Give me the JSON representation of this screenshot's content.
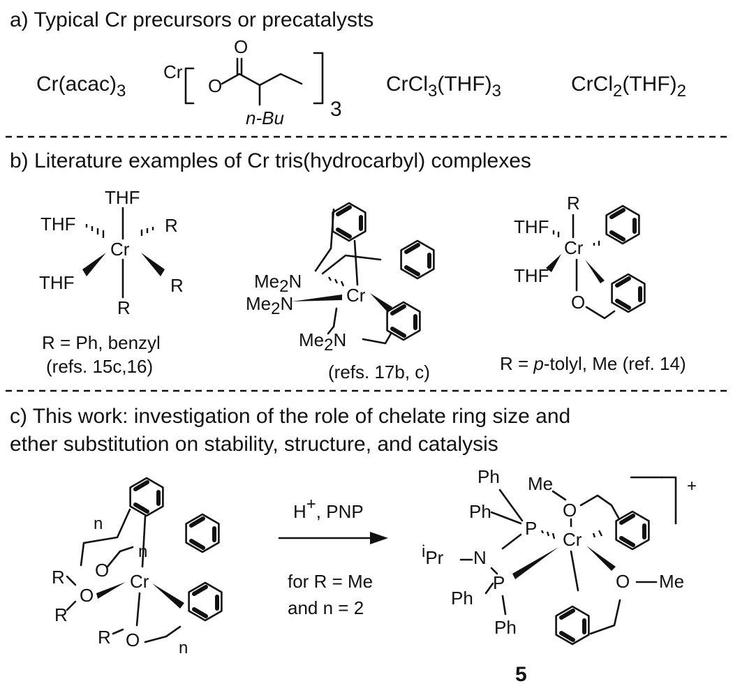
{
  "sections": {
    "a": {
      "heading": "a) Typical Cr precursors or precatalysts"
    },
    "b": {
      "heading": "b) Literature examples of Cr tris(hydrocarbyl) complexes"
    },
    "c": {
      "heading_line1": "c) This work: investigation of the role of chelate ring size and",
      "heading_line2": "ether substitution on stability, structure, and catalysis"
    }
  },
  "labels": {
    "cr_acac": "Cr(acac)",
    "sub3": "3",
    "cr": "Cr",
    "o": "O",
    "nbu": "n-Bu",
    "crcl3": "CrCl",
    "thf_paren": "(THF)",
    "crcl2": "CrCl",
    "sub2": "2",
    "thf": "THF",
    "r": "R",
    "me": "Me",
    "n": "N",
    "p": "P",
    "ph": "Ph",
    "pr": "Pr",
    "i_sup": "i",
    "n_small": "n",
    "plus": "+",
    "h_plus_pnp": "H",
    "pnp": ", PNP",
    "for_r_me": "for R = Me",
    "and_n_2": "and n = 2",
    "compound_5": "5",
    "caption1_line1": "R = Ph, benzyl",
    "caption1_line2": "(refs. 15c,16)",
    "caption2": "(refs. 17b, c)",
    "caption3_pre": "R = ",
    "caption3_italic": "p",
    "caption3_post": "-tolyl, Me (ref. 14)"
  }
}
